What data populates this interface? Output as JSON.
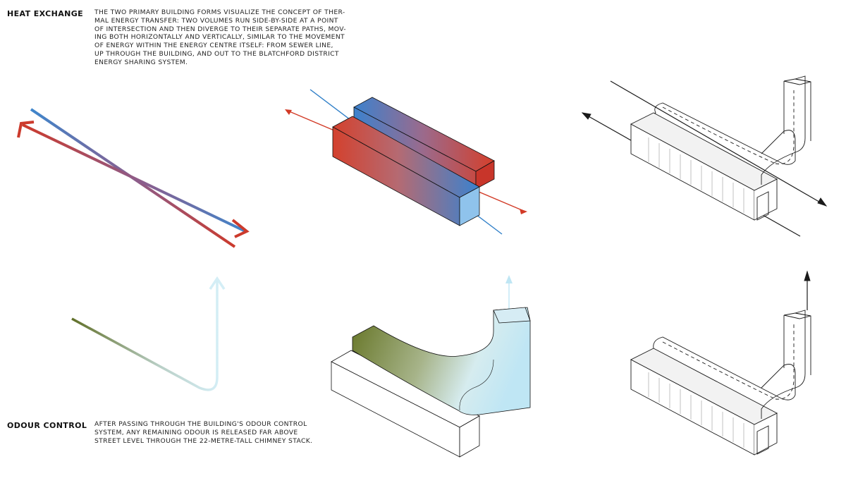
{
  "sections": [
    {
      "heading": "HEAT EXCHANGE",
      "text": "THE TWO PRIMARY BUILDING FORMS VISUALIZE THE CONCEPT OF THER-\nMAL ENERGY TRANSFER: TWO VOLUMES RUN SIDE-BY-SIDE AT A POINT\nOF INTERSECTION AND THEN DIVERGE TO THEIR SEPARATE PATHS, MOV-\nING BOTH HORIZONTALLY AND VERTICALLY, SIMILAR TO THE MOVEMENT\nOF ENERGY WITHIN THE ENERGY CENTRE ITSELF: FROM SEWER LINE,\nUP THROUGH THE BUILDING, AND OUT TO THE BLATCHFORD DISTRICT\nENERGY SHARING SYSTEM."
    },
    {
      "heading": "ODOUR CONTROL",
      "text": "AFTER PASSING THROUGH THE BUILDING'S ODOUR CONTROL\nSYSTEM, ANY REMAINING ODOUR IS RELEASED FAR ABOVE\nSTREET LEVEL THROUGH THE 22-METRE-TALL CHIMNEY STACK."
    }
  ],
  "colors": {
    "hot": "#d23a26",
    "cold": "#2f7fc8",
    "odour": "#6b7a2e",
    "fresh": "#bfe3f0",
    "line": "#1a1a1a"
  }
}
